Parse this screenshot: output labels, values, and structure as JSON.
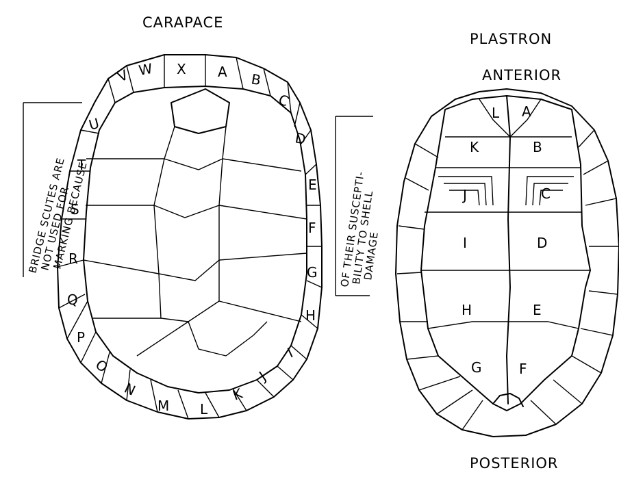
{
  "headings": {
    "carapace": "CARAPACE",
    "plastron": "PLASTRON",
    "anterior": "ANTERIOR",
    "posterior": "POSTERIOR"
  },
  "note": {
    "left": [
      "BRIDGE SCUTES ARE",
      "NOT USED FOR",
      "MARKING BECAUSE"
    ],
    "right": [
      "OF THEIR SUSCEPTI-",
      "BILITY TO SHELL",
      "DAMAGE"
    ]
  },
  "carapace_scutes": [
    "V",
    "W",
    "X",
    "A",
    "B",
    "C",
    "D",
    "E",
    "F",
    "G",
    "H",
    "I",
    "J",
    "K",
    "L",
    "M",
    "N",
    "O",
    "P",
    "Q",
    "R",
    "S",
    "T",
    "U"
  ],
  "plastron_scutes": [
    "L",
    "A",
    "K",
    "B",
    "J",
    "C",
    "I",
    "D",
    "H",
    "E",
    "G",
    "F"
  ]
}
